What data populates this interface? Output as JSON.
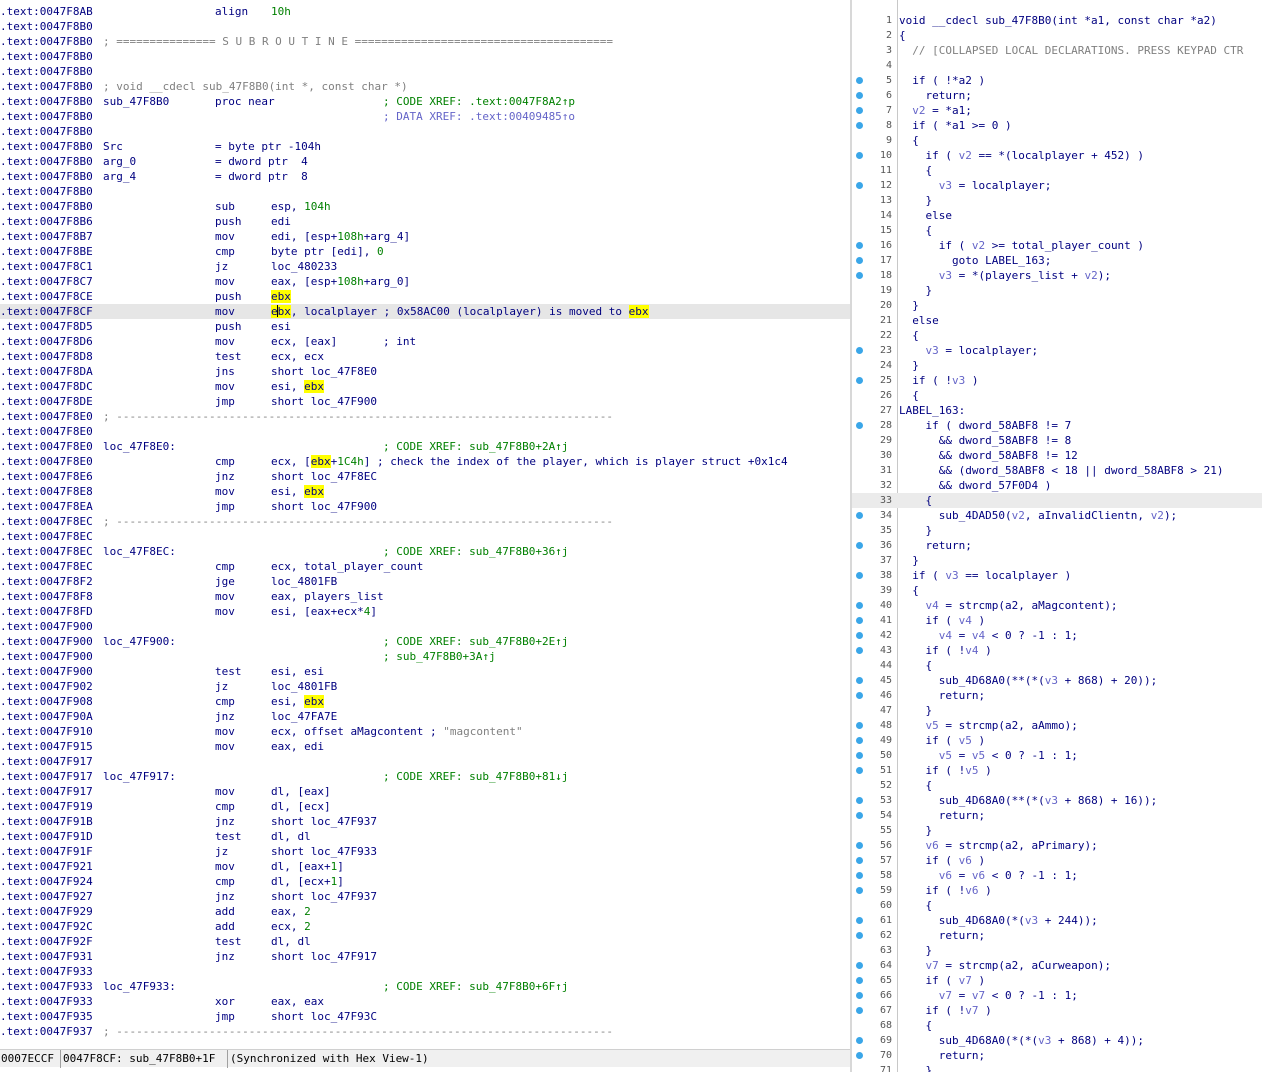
{
  "disassembly": {
    "lines": [
      {
        "addr": ".text:0047F8AB",
        "mn": "align",
        "op": "10h"
      },
      {
        "addr": ".text:0047F8B0"
      },
      {
        "addr": ".text:0047F8B0",
        "full": "; =============== S U B R O U T I N E ======================================="
      },
      {
        "addr": ".text:0047F8B0"
      },
      {
        "addr": ".text:0047F8B0"
      },
      {
        "addr": ".text:0047F8B0",
        "full": "; void __cdecl sub_47F8B0(int *, const char *)"
      },
      {
        "addr": ".text:0047F8B0",
        "lbl": "sub_47F8B0",
        "mn": "proc near",
        "xr": "; CODE XREF: .text:0047F8A2↑p"
      },
      {
        "addr": ".text:0047F8B0",
        "dxr": "; DATA XREF: .text:00409485↑o"
      },
      {
        "addr": ".text:0047F8B0"
      },
      {
        "addr": ".text:0047F8B0",
        "lbl": "Src",
        "mn": "= byte ptr -104h"
      },
      {
        "addr": ".text:0047F8B0",
        "lbl": "arg_0",
        "mn": "= dword ptr  4"
      },
      {
        "addr": ".text:0047F8B0",
        "lbl": "arg_4",
        "mn": "= dword ptr  8"
      },
      {
        "addr": ".text:0047F8B0"
      },
      {
        "addr": ".text:0047F8B0",
        "mn": "sub",
        "op": "esp, 104h"
      },
      {
        "addr": ".text:0047F8B6",
        "mn": "push",
        "op": "edi"
      },
      {
        "addr": ".text:0047F8B7",
        "mn": "mov",
        "op": "edi, [esp+108h+arg_4]"
      },
      {
        "addr": ".text:0047F8BE",
        "mn": "cmp",
        "op": "byte ptr [edi], 0"
      },
      {
        "addr": ".text:0047F8C1",
        "mn": "jz",
        "op": "loc_480233"
      },
      {
        "addr": ".text:0047F8C7",
        "mn": "mov",
        "op": "eax, [esp+108h+arg_0]"
      },
      {
        "addr": ".text:0047F8CE",
        "mn": "push",
        "op": "ebx"
      },
      {
        "addr": ".text:0047F8CF",
        "mn": "mov",
        "op": "ebx, localplayer ; 0x58AC00 (localplayer) is moved to ebx",
        "current": true
      },
      {
        "addr": ".text:0047F8D5",
        "mn": "push",
        "op": "esi"
      },
      {
        "addr": ".text:0047F8D6",
        "mn": "mov",
        "op": "ecx, [eax]",
        "ct": "; int"
      },
      {
        "addr": ".text:0047F8D8",
        "mn": "test",
        "op": "ecx, ecx"
      },
      {
        "addr": ".text:0047F8DA",
        "mn": "jns",
        "op": "short loc_47F8E0"
      },
      {
        "addr": ".text:0047F8DC",
        "mn": "mov",
        "op": "esi, ebx"
      },
      {
        "addr": ".text:0047F8DE",
        "mn": "jmp",
        "op": "short loc_47F900"
      },
      {
        "addr": ".text:0047F8E0",
        "full": "; ---------------------------------------------------------------------------"
      },
      {
        "addr": ".text:0047F8E0"
      },
      {
        "addr": ".text:0047F8E0",
        "lbl": "loc_47F8E0:",
        "xr": "; CODE XREF: sub_47F8B0+2A↑j"
      },
      {
        "addr": ".text:0047F8E0",
        "mn": "cmp",
        "op": "ecx, [ebx+1C4h] ; check the index of the player, which is player struct +0x1c4"
      },
      {
        "addr": ".text:0047F8E6",
        "mn": "jnz",
        "op": "short loc_47F8EC"
      },
      {
        "addr": ".text:0047F8E8",
        "mn": "mov",
        "op": "esi, ebx"
      },
      {
        "addr": ".text:0047F8EA",
        "mn": "jmp",
        "op": "short loc_47F900"
      },
      {
        "addr": ".text:0047F8EC",
        "full": "; ---------------------------------------------------------------------------"
      },
      {
        "addr": ".text:0047F8EC"
      },
      {
        "addr": ".text:0047F8EC",
        "lbl": "loc_47F8EC:",
        "xr": "; CODE XREF: sub_47F8B0+36↑j"
      },
      {
        "addr": ".text:0047F8EC",
        "mn": "cmp",
        "op": "ecx, total_player_count"
      },
      {
        "addr": ".text:0047F8F2",
        "mn": "jge",
        "op": "loc_4801FB"
      },
      {
        "addr": ".text:0047F8F8",
        "mn": "mov",
        "op": "eax, players_list"
      },
      {
        "addr": ".text:0047F8FD",
        "mn": "mov",
        "op": "esi, [eax+ecx*4]"
      },
      {
        "addr": ".text:0047F900"
      },
      {
        "addr": ".text:0047F900",
        "lbl": "loc_47F900:",
        "xr": "; CODE XREF: sub_47F8B0+2E↑j"
      },
      {
        "addr": ".text:0047F900",
        "xr": "; sub_47F8B0+3A↑j"
      },
      {
        "addr": ".text:0047F900",
        "mn": "test",
        "op": "esi, esi"
      },
      {
        "addr": ".text:0047F902",
        "mn": "jz",
        "op": "loc_4801FB"
      },
      {
        "addr": ".text:0047F908",
        "mn": "cmp",
        "op": "esi, ebx"
      },
      {
        "addr": ".text:0047F90A",
        "mn": "jnz",
        "op": "loc_47FA7E"
      },
      {
        "addr": ".text:0047F910",
        "mn": "mov",
        "op": "ecx, offset aMagcontent ; \"magcontent\""
      },
      {
        "addr": ".text:0047F915",
        "mn": "mov",
        "op": "eax, edi"
      },
      {
        "addr": ".text:0047F917"
      },
      {
        "addr": ".text:0047F917",
        "lbl": "loc_47F917:",
        "xr": "; CODE XREF: sub_47F8B0+81↓j"
      },
      {
        "addr": ".text:0047F917",
        "mn": "mov",
        "op": "dl, [eax]"
      },
      {
        "addr": ".text:0047F919",
        "mn": "cmp",
        "op": "dl, [ecx]"
      },
      {
        "addr": ".text:0047F91B",
        "mn": "jnz",
        "op": "short loc_47F937"
      },
      {
        "addr": ".text:0047F91D",
        "mn": "test",
        "op": "dl, dl"
      },
      {
        "addr": ".text:0047F91F",
        "mn": "jz",
        "op": "short loc_47F933"
      },
      {
        "addr": ".text:0047F921",
        "mn": "mov",
        "op": "dl, [eax+1]"
      },
      {
        "addr": ".text:0047F924",
        "mn": "cmp",
        "op": "dl, [ecx+1]"
      },
      {
        "addr": ".text:0047F927",
        "mn": "jnz",
        "op": "short loc_47F937"
      },
      {
        "addr": ".text:0047F929",
        "mn": "add",
        "op": "eax, 2"
      },
      {
        "addr": ".text:0047F92C",
        "mn": "add",
        "op": "ecx, 2"
      },
      {
        "addr": ".text:0047F92F",
        "mn": "test",
        "op": "dl, dl"
      },
      {
        "addr": ".text:0047F931",
        "mn": "jnz",
        "op": "short loc_47F917"
      },
      {
        "addr": ".text:0047F933"
      },
      {
        "addr": ".text:0047F933",
        "lbl": "loc_47F933:",
        "xr": "; CODE XREF: sub_47F8B0+6F↑j"
      },
      {
        "addr": ".text:0047F933",
        "mn": "xor",
        "op": "eax, eax"
      },
      {
        "addr": ".text:0047F935",
        "mn": "jmp",
        "op": "short loc_47F93C"
      },
      {
        "addr": ".text:0047F937",
        "full": "; ---------------------------------------------------------------------------"
      }
    ],
    "highlight_token": "ebx"
  },
  "status_bar": {
    "file_offset": "0007ECCF",
    "location": "0047F8CF: sub_47F8B0+1F",
    "sync": "(Synchronized with Hex View-1)"
  },
  "pseudocode": {
    "lines": [
      {
        "n": "1",
        "text": "void __cdecl sub_47F8B0(int *a1, const char *a2)"
      },
      {
        "n": "2",
        "text": "{"
      },
      {
        "n": "3",
        "text": "  // [COLLAPSED LOCAL DECLARATIONS. PRESS KEYPAD CTR"
      },
      {
        "n": "4",
        "text": ""
      },
      {
        "n": "5",
        "text": "  if ( !*a2 )",
        "dot": true
      },
      {
        "n": "6",
        "text": "    return;",
        "dot": true
      },
      {
        "n": "7",
        "text": "  v2 = *a1;",
        "dot": true
      },
      {
        "n": "8",
        "text": "  if ( *a1 >= 0 )",
        "dot": true
      },
      {
        "n": "9",
        "text": "  {"
      },
      {
        "n": "10",
        "text": "    if ( v2 == *(localplayer + 452) )",
        "dot": true
      },
      {
        "n": "11",
        "text": "    {"
      },
      {
        "n": "12",
        "text": "      v3 = localplayer;",
        "dot": true
      },
      {
        "n": "13",
        "text": "    }"
      },
      {
        "n": "14",
        "text": "    else"
      },
      {
        "n": "15",
        "text": "    {"
      },
      {
        "n": "16",
        "text": "      if ( v2 >= total_player_count )",
        "dot": true
      },
      {
        "n": "17",
        "text": "        goto LABEL_163;",
        "dot": true
      },
      {
        "n": "18",
        "text": "      v3 = *(players_list + v2);",
        "dot": true
      },
      {
        "n": "19",
        "text": "    }"
      },
      {
        "n": "20",
        "text": "  }"
      },
      {
        "n": "21",
        "text": "  else"
      },
      {
        "n": "22",
        "text": "  {"
      },
      {
        "n": "23",
        "text": "    v3 = localplayer;",
        "dot": true
      },
      {
        "n": "24",
        "text": "  }"
      },
      {
        "n": "25",
        "text": "  if ( !v3 )",
        "dot": true
      },
      {
        "n": "26",
        "text": "  {"
      },
      {
        "n": "27",
        "text": "LABEL_163:"
      },
      {
        "n": "28",
        "text": "    if ( dword_58ABF8 != 7",
        "dot": true
      },
      {
        "n": "29",
        "text": "      && dword_58ABF8 != 8"
      },
      {
        "n": "30",
        "text": "      && dword_58ABF8 != 12"
      },
      {
        "n": "31",
        "text": "      && (dword_58ABF8 < 18 || dword_58ABF8 > 21)"
      },
      {
        "n": "32",
        "text": "      && dword_57F0D4 )"
      },
      {
        "n": "33",
        "text": "    {",
        "current": true
      },
      {
        "n": "34",
        "text": "      sub_4DAD50(v2, aInvalidClientn, v2);",
        "dot": true
      },
      {
        "n": "35",
        "text": "    }"
      },
      {
        "n": "36",
        "text": "    return;",
        "dot": true
      },
      {
        "n": "37",
        "text": "  }"
      },
      {
        "n": "38",
        "text": "  if ( v3 == localplayer )",
        "dot": true
      },
      {
        "n": "39",
        "text": "  {"
      },
      {
        "n": "40",
        "text": "    v4 = strcmp(a2, aMagcontent);",
        "dot": true
      },
      {
        "n": "41",
        "text": "    if ( v4 )",
        "dot": true
      },
      {
        "n": "42",
        "text": "      v4 = v4 < 0 ? -1 : 1;",
        "dot": true
      },
      {
        "n": "43",
        "text": "    if ( !v4 )",
        "dot": true
      },
      {
        "n": "44",
        "text": "    {"
      },
      {
        "n": "45",
        "text": "      sub_4D68A0(**(*(v3 + 868) + 20));",
        "dot": true
      },
      {
        "n": "46",
        "text": "      return;",
        "dot": true
      },
      {
        "n": "47",
        "text": "    }"
      },
      {
        "n": "48",
        "text": "    v5 = strcmp(a2, aAmmo);",
        "dot": true
      },
      {
        "n": "49",
        "text": "    if ( v5 )",
        "dot": true
      },
      {
        "n": "50",
        "text": "      v5 = v5 < 0 ? -1 : 1;",
        "dot": true
      },
      {
        "n": "51",
        "text": "    if ( !v5 )",
        "dot": true
      },
      {
        "n": "52",
        "text": "    {"
      },
      {
        "n": "53",
        "text": "      sub_4D68A0(**(*(v3 + 868) + 16));",
        "dot": true
      },
      {
        "n": "54",
        "text": "      return;",
        "dot": true
      },
      {
        "n": "55",
        "text": "    }"
      },
      {
        "n": "56",
        "text": "    v6 = strcmp(a2, aPrimary);",
        "dot": true
      },
      {
        "n": "57",
        "text": "    if ( v6 )",
        "dot": true
      },
      {
        "n": "58",
        "text": "      v6 = v6 < 0 ? -1 : 1;",
        "dot": true
      },
      {
        "n": "59",
        "text": "    if ( !v6 )",
        "dot": true
      },
      {
        "n": "60",
        "text": "    {"
      },
      {
        "n": "61",
        "text": "      sub_4D68A0(*(v3 + 244));",
        "dot": true
      },
      {
        "n": "62",
        "text": "      return;",
        "dot": true
      },
      {
        "n": "63",
        "text": "    }"
      },
      {
        "n": "64",
        "text": "    v7 = strcmp(a2, aCurweapon);",
        "dot": true
      },
      {
        "n": "65",
        "text": "    if ( v7 )",
        "dot": true
      },
      {
        "n": "66",
        "text": "      v7 = v7 < 0 ? -1 : 1;",
        "dot": true
      },
      {
        "n": "67",
        "text": "    if ( !v7 )",
        "dot": true
      },
      {
        "n": "68",
        "text": "    {"
      },
      {
        "n": "69",
        "text": "      sub_4D68A0(*(*(v3 + 868) + 4));",
        "dot": true
      },
      {
        "n": "70",
        "text": "      return;",
        "dot": true
      },
      {
        "n": "71",
        "text": "    }"
      }
    ],
    "variables": [
      "v2",
      "v3",
      "v4",
      "v5",
      "v6",
      "v7"
    ]
  },
  "colors": {
    "code_blue": "#000080",
    "xref_green": "#008000",
    "comment_grey": "#808080",
    "var_purple": "#6464c8",
    "highlight_yellow": "#ffff00",
    "breakpoint_dot": "#3aa6e8"
  }
}
